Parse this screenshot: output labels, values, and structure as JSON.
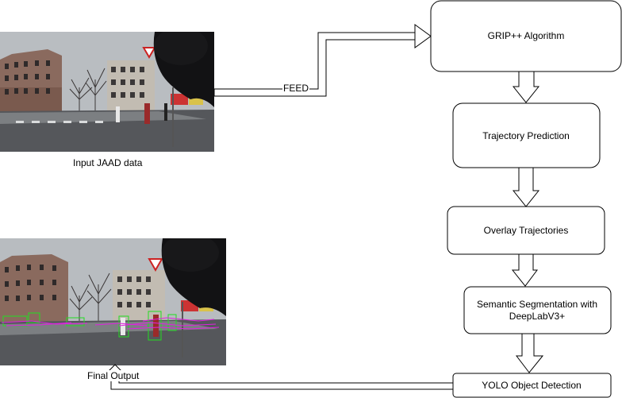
{
  "nodes": {
    "grip": "GRIP++ Algorithm",
    "trajectory": "Trajectory Prediction",
    "overlay": "Overlay Trajectories",
    "segmentation_line1": "Semantic Segmentation with",
    "segmentation_line2": "DeepLabV3+",
    "yolo": "YOLO Object Detection"
  },
  "labels": {
    "input_caption": "Input JAAD data",
    "feed": "FEED",
    "final_output": "Final Output"
  },
  "colors": {
    "box_stroke": "#000000",
    "box_fill": "#ffffff",
    "trajectory_magenta": "#e020e0",
    "detection_green": "#22dd22",
    "sky": "#b8bcc0",
    "road": "#4a4c50"
  }
}
